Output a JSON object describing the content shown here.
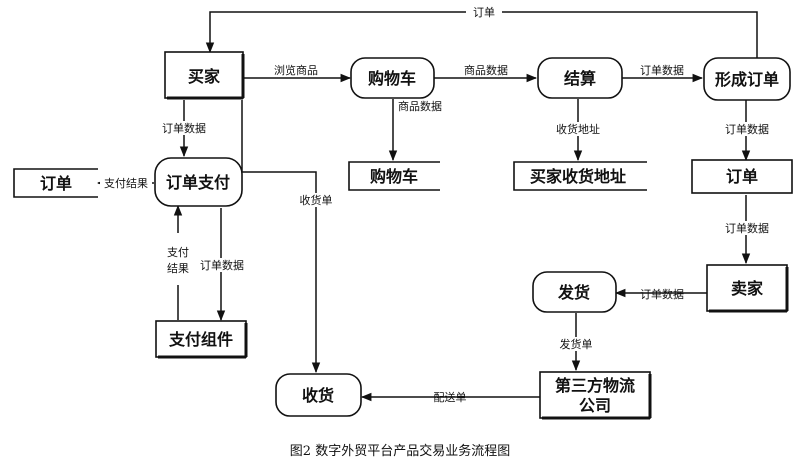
{
  "nodes": {
    "buyer": "买家",
    "cart": "购物车",
    "checkout": "结算",
    "create_order": "形成订单",
    "order_store_right": "订单",
    "seller": "卖家",
    "ship": "发货",
    "third_party": [
      "第三方物流",
      "公司"
    ],
    "receive": "收货",
    "pay": "订单支付",
    "order_store_left": "订单",
    "cart_store": "购物车",
    "address_store": "买家收货地址",
    "pay_component": "支付组件"
  },
  "edges": {
    "order_top": "订单",
    "browse_goods": "浏览商品",
    "goods_data_1": "商品数据",
    "goods_data_2": "商品数据",
    "order_data_1": "订单数据",
    "address": "收货地址",
    "order_data_right_1": "订单数据",
    "order_data_right_2": "订单数据",
    "order_data_seller": "订单数据",
    "ship_note": "发货单",
    "delivery_note": "配送单",
    "receipt_note": "收货单",
    "pay_result_left": "支付结果",
    "order_data_buyer": "订单数据",
    "pay_result_v": [
      "支付",
      "结果"
    ],
    "order_data_pay": "订单数据"
  },
  "caption": "图2  数字外贸平台产品交易业务流程图"
}
